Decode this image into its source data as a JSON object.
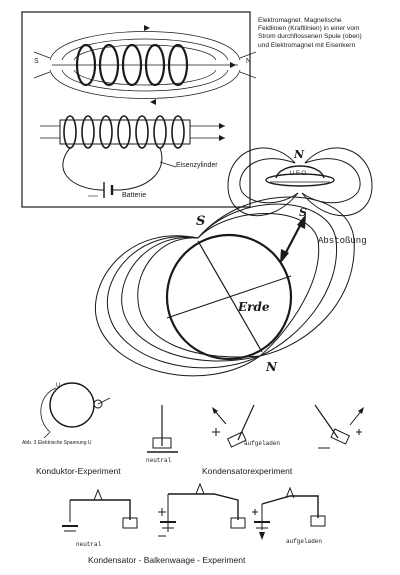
{
  "caption": {
    "lines": [
      "Elektromagnet. Magnetische",
      "Feldlinien (Kraftlinien) in einer vom",
      "Strom durchflossenen Spule (oben)",
      "und Elektromagnet mit Eisenkern"
    ]
  },
  "coil_figure": {
    "pole_south": "S",
    "pole_north": "N",
    "iron_label": "Eisenzylinder",
    "battery_label": "Batterie"
  },
  "earth_figure": {
    "ufo_north": "N",
    "ufo_label": "U F O",
    "ufo_south": "S",
    "repulsion_label": "Abstoßung",
    "earth_south": "S",
    "earth_label": "Erde",
    "earth_north": "N"
  },
  "experiments": {
    "fig_label": "Abb. 3   Elektrische Spannung U",
    "voltage_mark": "U",
    "neutral_label": "neutral",
    "charged_label": "aufgeladen",
    "conductor_title": "Konduktor-Experiment",
    "capacitor_title": "Kondensatorexperiment"
  },
  "balance": {
    "neutral_label": "neutral",
    "charged_label": "aufgeladen",
    "title": "Kondensator - Balkenwaage - Experiment"
  }
}
